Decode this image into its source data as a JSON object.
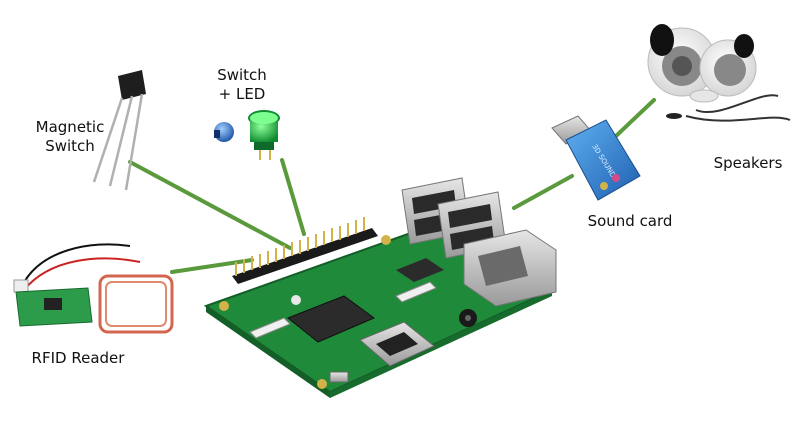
{
  "labels": {
    "magnetic_line1": "Magnetic",
    "magnetic_line2": "Switch",
    "switch_line1": "Switch",
    "switch_line2": "+ LED",
    "speakers": "Speakers",
    "sound_card": "Sound card",
    "rfid": "RFID Reader"
  },
  "colors": {
    "connector": "#5a9a3c",
    "pcb": "#1f8a3a",
    "pcb_dark": "#176b2c",
    "chip": "#2b2b2b",
    "metal": "#c8c8c8",
    "gold": "#d4b24a",
    "blue_usb": "#2a7fd0",
    "rfid_coil": "#d2664e",
    "led_green": "#1fb24a",
    "speaker_white": "#f2f2f2"
  },
  "device_text": {
    "sound_card_print": "3D SOUND"
  }
}
